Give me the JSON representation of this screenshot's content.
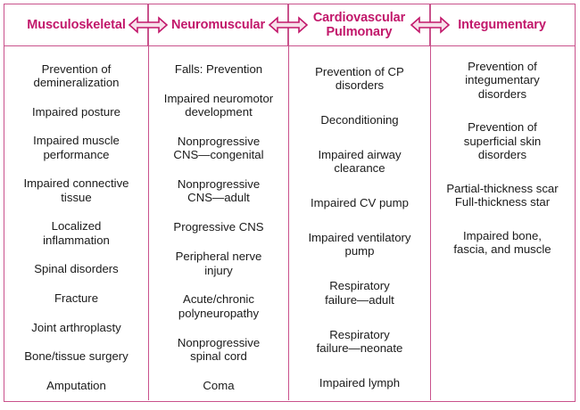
{
  "figure": {
    "type": "four-column-comparison-table",
    "accent_color": "#c2186b",
    "border_color": "#c9528c",
    "text_color": "#1a1a1a",
    "connector_icon": "double-headed-horizontal-arrow"
  },
  "columns": [
    {
      "header": "Musculoskeletal",
      "items": [
        "Prevention of\ndemineralization",
        "Impaired posture",
        "Impaired muscle\nperformance",
        "Impaired connective\ntissue",
        "Localized\ninflammation",
        "Spinal disorders",
        "Fracture",
        "Joint arthroplasty",
        "Bone/tissue surgery",
        "Amputation"
      ]
    },
    {
      "header": "Neuromuscular",
      "items": [
        "Falls: Prevention",
        "Impaired neuromotor\ndevelopment",
        "Nonprogressive\nCNS—congenital",
        "Nonprogressive\nCNS—adult",
        "Progressive CNS",
        "Peripheral nerve\ninjury",
        "Acute/chronic\npolyneuropathy",
        "Nonprogressive\nspinal cord",
        "Coma"
      ]
    },
    {
      "header": "Cardiovascular\nPulmonary",
      "items": [
        "Prevention of CP\ndisorders",
        "Deconditioning",
        "Impaired airway\nclearance",
        "Impaired CV pump",
        "Impaired ventilatory\npump",
        "Respiratory\nfailure—adult",
        "Respiratory\nfailure—neonate",
        "Impaired lymph"
      ]
    },
    {
      "header": "Integumentary",
      "items": [
        "Prevention of\nintegumentary\ndisorders",
        "Prevention of\nsuperficial skin\ndisorders",
        "Partial-thickness scar\nFull-thickness star",
        "Impaired bone,\nfascia, and muscle"
      ]
    }
  ],
  "connectors": [
    {
      "label": "arrow-between-musculoskeletal-and-neuromuscular"
    },
    {
      "label": "arrow-between-neuromuscular-and-cardiovascular-pulmonary"
    },
    {
      "label": "arrow-between-cardiovascular-pulmonary-and-integumentary"
    }
  ]
}
